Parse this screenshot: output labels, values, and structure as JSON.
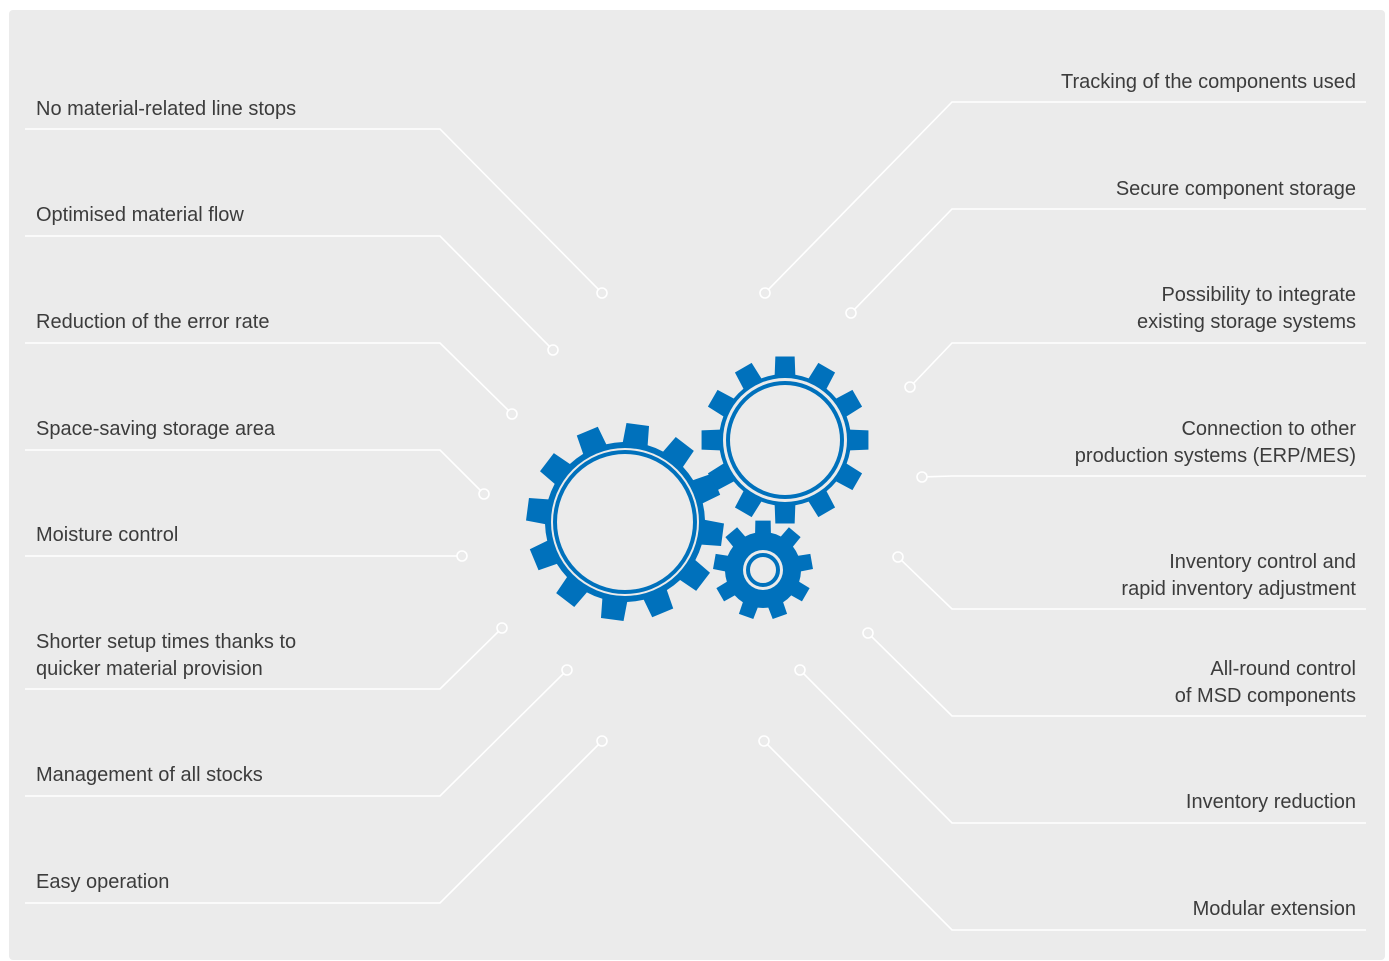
{
  "colors": {
    "background": "#ebebeb",
    "connector": "#ffffff",
    "text": "#3c3c3c",
    "gear": "#0071bc"
  },
  "gears": {
    "icon": "gears-icon",
    "count": 3
  },
  "left_items": [
    {
      "lines": [
        "No material-related line stops"
      ]
    },
    {
      "lines": [
        "Optimised material flow"
      ]
    },
    {
      "lines": [
        "Reduction of the error rate"
      ]
    },
    {
      "lines": [
        "Space-saving storage area"
      ]
    },
    {
      "lines": [
        "Moisture control"
      ]
    },
    {
      "lines": [
        "Shorter setup times thanks to",
        "quicker material provision"
      ]
    },
    {
      "lines": [
        "Management of all stocks"
      ]
    },
    {
      "lines": [
        "Easy operation"
      ]
    }
  ],
  "right_items": [
    {
      "lines": [
        "Tracking of the components used"
      ]
    },
    {
      "lines": [
        "Secure component storage"
      ]
    },
    {
      "lines": [
        "Possibility to integrate",
        "existing storage systems"
      ]
    },
    {
      "lines": [
        "Connection to other",
        "production systems (ERP/MES)"
      ]
    },
    {
      "lines": [
        "Inventory control and",
        "rapid inventory adjustment"
      ]
    },
    {
      "lines": [
        "All-round control",
        "of MSD components"
      ]
    },
    {
      "lines": [
        "Inventory reduction"
      ]
    },
    {
      "lines": [
        "Modular extension"
      ]
    }
  ]
}
